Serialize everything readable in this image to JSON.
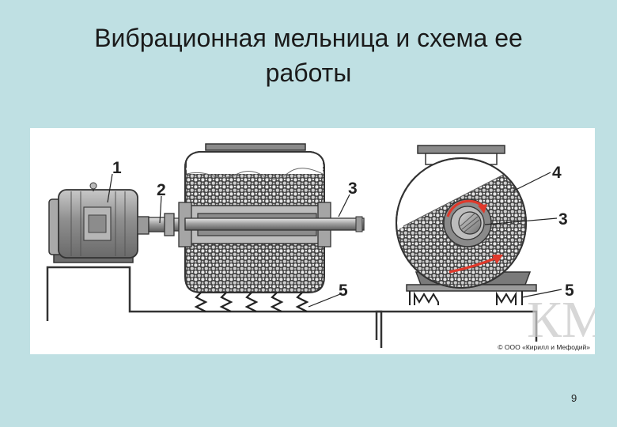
{
  "slide": {
    "title_line1": "Вибрационная мельница и схема ее",
    "title_line2": "работы",
    "page_number": "9"
  },
  "figure": {
    "copyright": "© ООО «Кирилл и Мефодий»",
    "watermark_letters": "КМ",
    "labels": {
      "motor": "1",
      "coupling": "2",
      "shaft_left": "3",
      "springs_left": "5",
      "drum_fill": "4",
      "shaft_right": "3",
      "springs_right": "5"
    },
    "colors": {
      "background": "#bfe0e3",
      "motor_gray": "#9a9a9a",
      "fill_dark": "#4a4a4a",
      "arrow_red": "#e0392b"
    }
  }
}
